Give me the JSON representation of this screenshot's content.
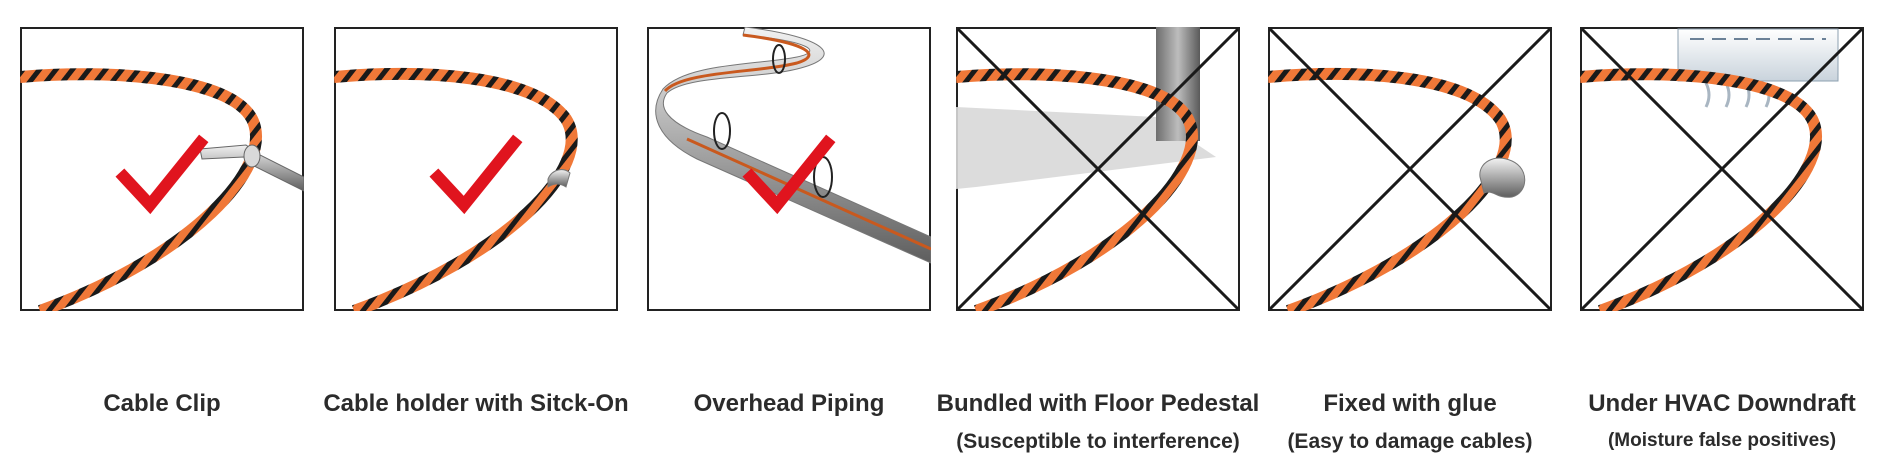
{
  "panels": [
    {
      "caption": "Cable  Clip",
      "note": "",
      "status": "correct",
      "mount_icon": "clip-icon"
    },
    {
      "caption": "Cable holder with Sitck-On",
      "note": "",
      "status": "correct",
      "mount_icon": "stick-on-holder-icon"
    },
    {
      "caption": "Overhead Piping",
      "note": "",
      "status": "correct",
      "mount_icon": "pipe-icon"
    },
    {
      "caption": "Bundled with Floor Pedestal",
      "note": "(Susceptible to interference)",
      "status": "wrong",
      "mount_icon": "floor-pedestal-icon"
    },
    {
      "caption": "Fixed with glue",
      "note": "(Easy to damage cables)",
      "status": "wrong",
      "mount_icon": "glue-blob-icon"
    },
    {
      "caption": "Under HVAC Downdraft",
      "note": "(Moisture  false positives)",
      "status": "wrong",
      "mount_icon": "hvac-unit-icon"
    }
  ],
  "colors": {
    "cable": "#f07838",
    "stripe": "#1a1a1a",
    "check": "#e0141e",
    "cross": "#1a1a1a",
    "frame": "#222222"
  }
}
